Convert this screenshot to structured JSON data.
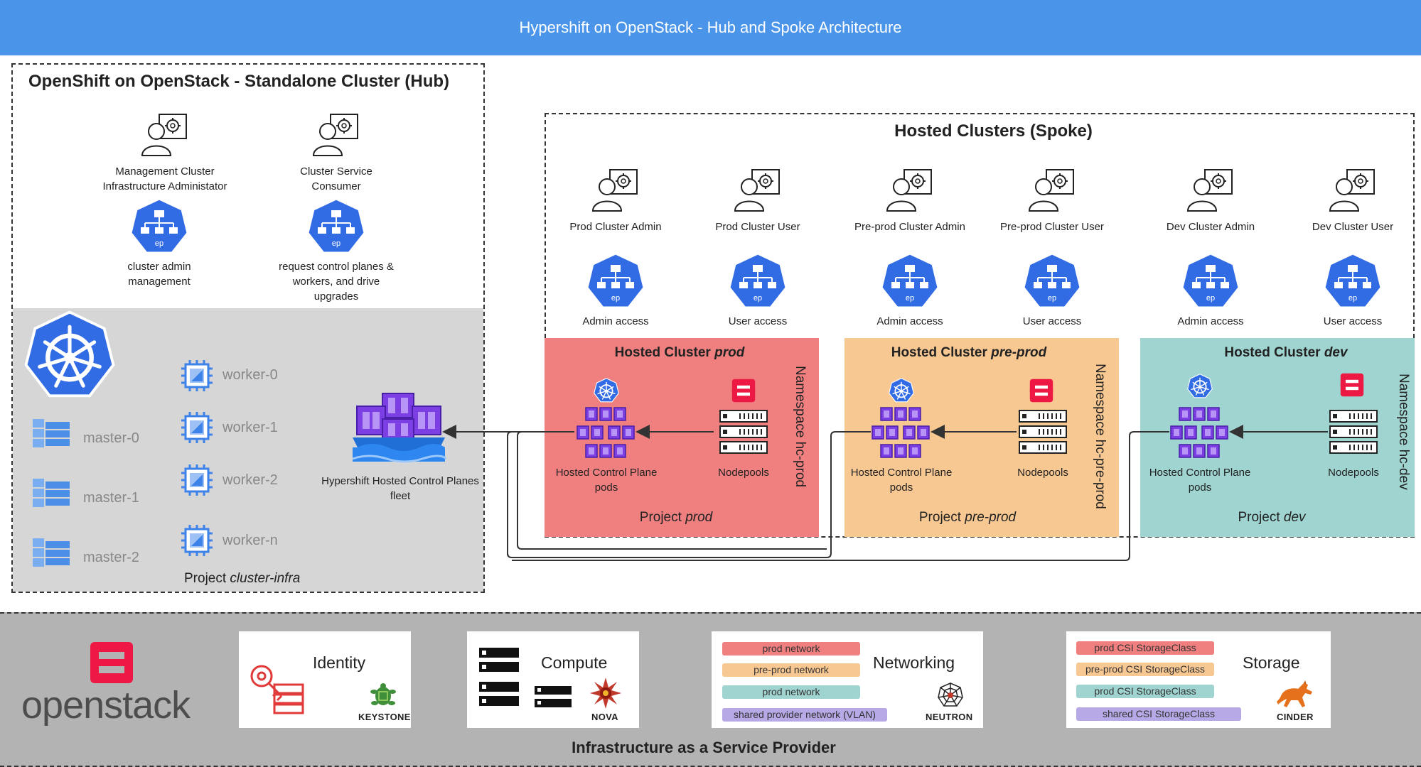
{
  "header": {
    "title": "Hypershift on OpenStack - Hub and Spoke Architecture"
  },
  "hub": {
    "title": "OpenShift on OpenStack - Standalone Cluster (Hub)",
    "admin": {
      "role_line1": "Management Cluster",
      "role_line2": "Infrastructure Administator",
      "ep_line1": "cluster admin",
      "ep_line2": "management"
    },
    "consumer": {
      "role_line1": "Cluster Service",
      "role_line2": "Consumer",
      "ep_line1": "request control planes  &",
      "ep_line2": "workers, and drive",
      "ep_line3": "upgrades"
    },
    "masters": [
      "master-0",
      "master-1",
      "master-2"
    ],
    "workers": [
      "worker-0",
      "worker-1",
      "worker-2",
      "worker-n"
    ],
    "fleet_line1": "Hypershift Hosted Control Planes",
    "fleet_line2": "fleet",
    "project_prefix": "Project ",
    "project_name": "cluster-infra"
  },
  "spoke": {
    "title": "Hosted Clusters (Spoke)",
    "actors": [
      {
        "role": "Prod Cluster Admin",
        "access": "Admin access"
      },
      {
        "role": "Prod Cluster User",
        "access": "User access"
      },
      {
        "role": "Pre-prod Cluster Admin",
        "access": "Admin access"
      },
      {
        "role": "Pre-prod Cluster User",
        "access": "User access"
      },
      {
        "role": "Dev Cluster Admin",
        "access": "Admin access"
      },
      {
        "role": "Dev Cluster User",
        "access": "User access"
      }
    ],
    "clusters": [
      {
        "title_prefix": "Hosted Cluster ",
        "title_name": "prod",
        "cp_line1": "Hosted Control Plane",
        "cp_line2": "pods",
        "nodepools": "Nodepools",
        "project_prefix": "Project ",
        "project_name": "prod",
        "namespace": "Namespace hc-prod",
        "color": "#f08080"
      },
      {
        "title_prefix": "Hosted Cluster ",
        "title_name": "pre-prod",
        "cp_line1": "Hosted Control Plane",
        "cp_line2": "pods",
        "nodepools": "Nodepools",
        "project_prefix": "Project ",
        "project_name": "pre-prod",
        "namespace": "Namespace hc-pre-prod",
        "color": "#f8c893"
      },
      {
        "title_prefix": "Hosted Cluster ",
        "title_name": "dev",
        "cp_line1": "Hosted Control Plane",
        "cp_line2": "pods",
        "nodepools": "Nodepools",
        "project_prefix": "Project ",
        "project_name": "dev",
        "namespace": "Namespace hc-dev",
        "color": "#9fd4d0"
      }
    ]
  },
  "infra": {
    "footer": "Infrastructure as a Service Provider",
    "openstack_logo": "openstack",
    "identity": {
      "title": "Identity",
      "brand": "KEYSTONE"
    },
    "compute": {
      "title": "Compute",
      "brand": "NOVA"
    },
    "networking": {
      "title": "Networking",
      "brand": "NEUTRON",
      "networks": [
        {
          "label": "prod network",
          "color": "#f08080"
        },
        {
          "label": "pre-prod network",
          "color": "#f8c893"
        },
        {
          "label": "prod network",
          "color": "#9fd4d0"
        },
        {
          "label": "shared provider network (VLAN)",
          "color": "#b7a8e6"
        }
      ]
    },
    "storage": {
      "title": "Storage",
      "brand": "CINDER",
      "classes": [
        {
          "label": "prod CSI StorageClass",
          "color": "#f08080"
        },
        {
          "label": "pre-prod CSI StorageClass",
          "color": "#f8c893"
        },
        {
          "label": "prod CSI StorageClass",
          "color": "#9fd4d0"
        },
        {
          "label": "shared CSI StorageClass",
          "color": "#b7a8e6"
        }
      ]
    }
  },
  "colors": {
    "header": "#4a95e9",
    "k8s_blue": "#326ce5",
    "purple": "#7b3fe4",
    "openstack_red": "#ed1944",
    "infra_bg": "#b3b3b3",
    "hub_gray": "#d6d6d6"
  }
}
